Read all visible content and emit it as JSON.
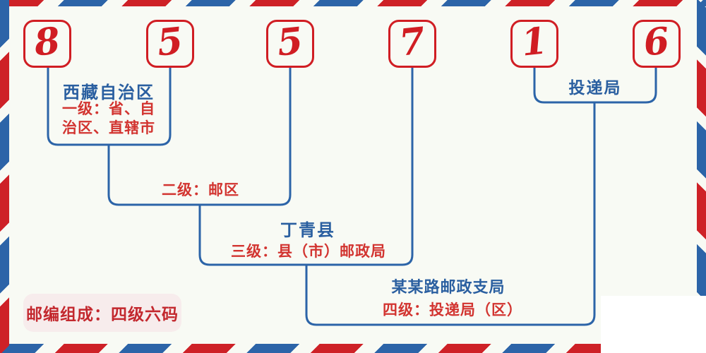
{
  "postal_code": {
    "digits": [
      "8",
      "5",
      "5",
      "7",
      "1",
      "6"
    ]
  },
  "levels": [
    {
      "name": "西藏自治区",
      "desc": "一级：省、自治区、直辖市"
    },
    {
      "name": "",
      "desc": "二级：邮区"
    },
    {
      "name": "丁青县",
      "desc": "三级：县（市）邮政局"
    },
    {
      "name": "某某路邮政支局",
      "desc": "四级：投递局（区）"
    }
  ],
  "delivery_office_label": "投递局",
  "badge_text": "邮编组成：四级六码",
  "colors": {
    "red": "#ce2127",
    "blue": "#2c64a8",
    "digit_red": "#d01d23",
    "text_blue": "#2a5fa0",
    "text_red": "#d23430",
    "badge_bg": "#f7ecec",
    "background": "#f8faf4"
  }
}
